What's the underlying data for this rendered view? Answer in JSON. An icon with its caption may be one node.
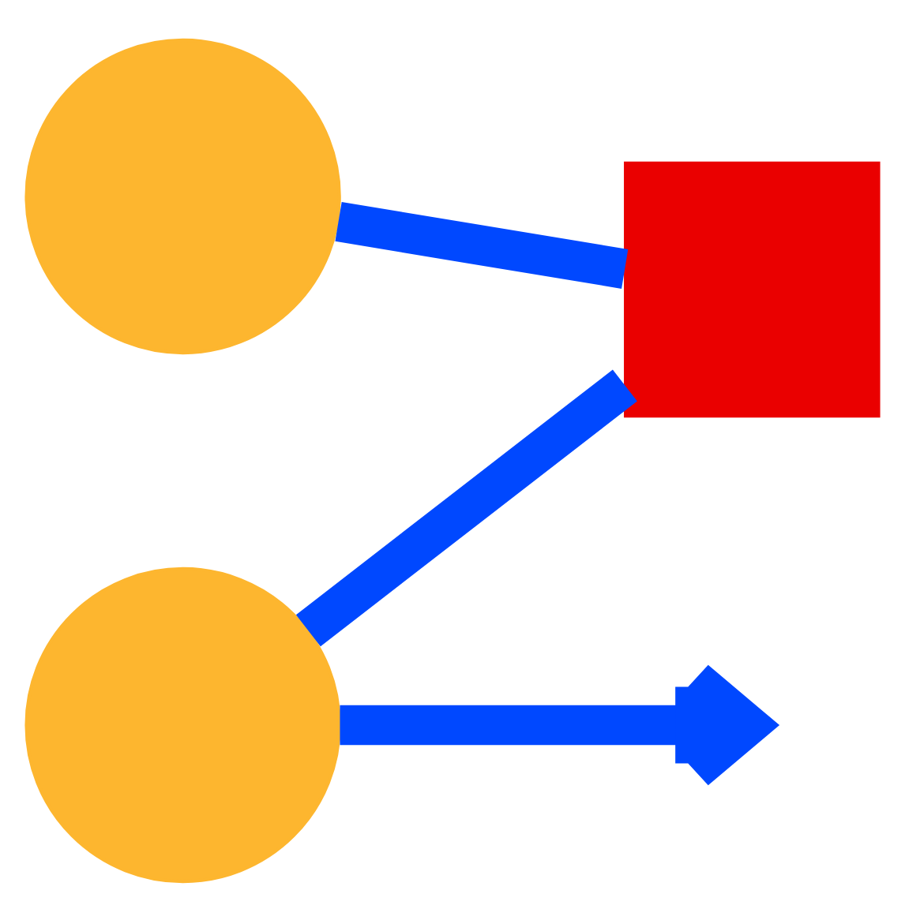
{
  "diagram": {
    "nodes": [
      {
        "text": [],
        "shape": "circle"
      },
      {
        "text": [],
        "shape": "box"
      },
      {
        "text": [],
        "shape": "circle"
      }
    ],
    "edges": [
      {
        "from": 0,
        "to": 1,
        "arrow": "none"
      },
      {
        "from": 1,
        "to": 2,
        "arrow": "none"
      },
      {
        "from": 2,
        "to": null,
        "arrow": "to"
      }
    ]
  }
}
